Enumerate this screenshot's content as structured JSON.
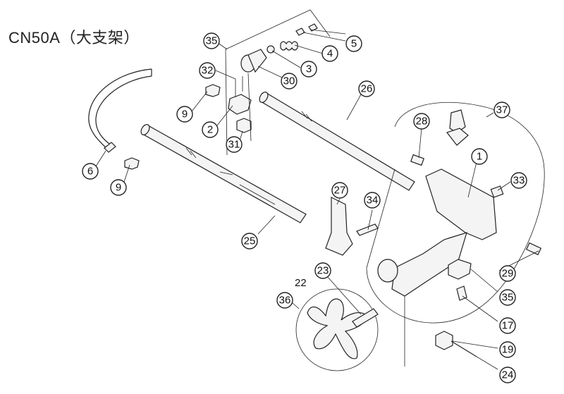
{
  "title": "CN50A（大支架）",
  "callouts": [
    "35",
    "5",
    "32",
    "4",
    "3",
    "30",
    "9",
    "2",
    "31",
    "26",
    "6",
    "9",
    "28",
    "37",
    "1",
    "33",
    "27",
    "34",
    "25",
    "29",
    "23",
    "22",
    "36",
    "35",
    "17",
    "19",
    "24"
  ]
}
